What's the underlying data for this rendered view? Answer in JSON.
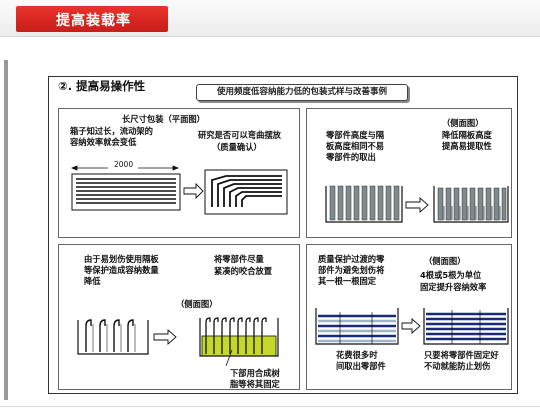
{
  "header": {
    "title": "提高装载率"
  },
  "section": {
    "heading": "②. 提高易操作性",
    "callout": "使用频度低容纳能力低的包装式样与改善事例"
  },
  "panel1": {
    "title": "长尺寸包装（平面图）",
    "problem": [
      "箱子知过长，流动架的",
      "容纳效率就会变低"
    ],
    "dimension": "2000",
    "improve": [
      "研究是否可以弯曲摆放",
      "（质量确认）"
    ]
  },
  "panel2": {
    "problem": [
      "零部件高度与隔",
      "板高度相同不易",
      "零部件的取出"
    ],
    "side_view": "（侧面图）",
    "improve": [
      "降低隔板高度",
      "提高易提取性"
    ]
  },
  "panel3": {
    "problem": [
      "由于易划伤使用隔板",
      "等保护造成容纳数量",
      "降低"
    ],
    "side_view": "（侧面图）",
    "improve": [
      "将零部件尽量",
      "紧凑的咬合放置"
    ],
    "note": [
      "下部用合成树",
      "脂等将其固定"
    ]
  },
  "panel4": {
    "problem": [
      "质量保护过渡的零",
      "部件为避免划伤将",
      "其一根一根固定"
    ],
    "side_view": "（侧面图）",
    "improve": [
      "4根或5根为单位",
      "固定提升容纳效率"
    ],
    "note_left": [
      "花费很多时",
      "间取出零部件"
    ],
    "note_right": [
      "只要将零部件固定好",
      "不动就能防止划伤"
    ]
  },
  "colors": {
    "accent_red": "#d6231e",
    "resin_green": "#c6d92a",
    "bar_navy": "#1b2a78",
    "bar_steel": "#9fb6c6"
  }
}
